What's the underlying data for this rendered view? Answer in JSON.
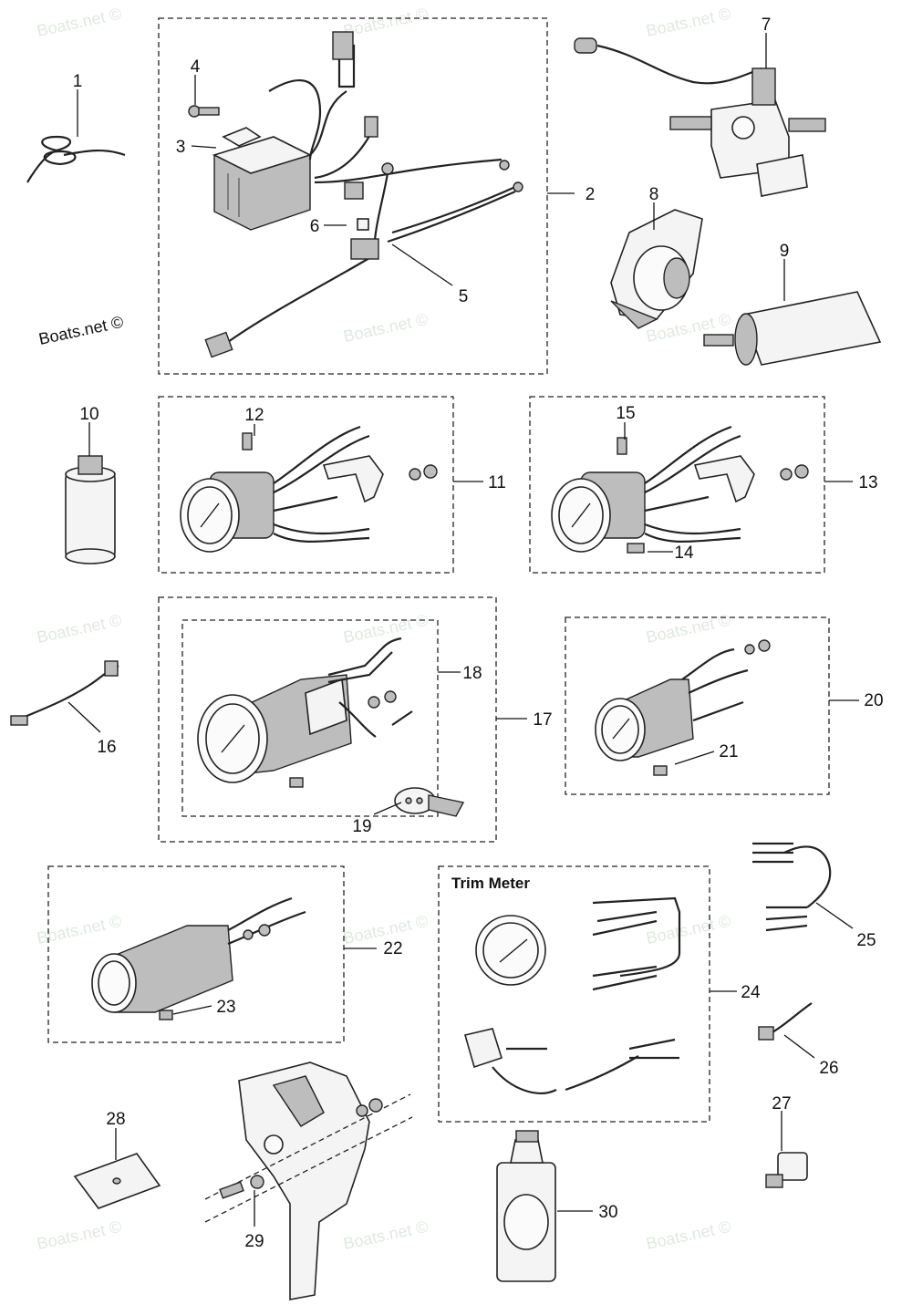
{
  "watermarks": [
    "Boats.net ©",
    "Boats.net ©",
    "Boats.net ©",
    "Boats.net ©",
    "Boats.net ©",
    "Boats.net ©",
    "Boats.net ©",
    "Boats.net ©",
    "Boats.net ©",
    "Boats.net ©",
    "Boats.net ©",
    "Boats.net ©",
    "Boats.net ©",
    "Boats.net ©"
  ],
  "brand_mark": "Boats.net ©",
  "trim_meter_title": "Trim Meter",
  "callouts": [
    "1",
    "2",
    "3",
    "4",
    "5",
    "6",
    "7",
    "8",
    "9",
    "10",
    "11",
    "12",
    "13",
    "14",
    "15",
    "16",
    "17",
    "18",
    "19",
    "20",
    "21",
    "22",
    "23",
    "24",
    "25",
    "26",
    "27",
    "28",
    "29",
    "30"
  ]
}
